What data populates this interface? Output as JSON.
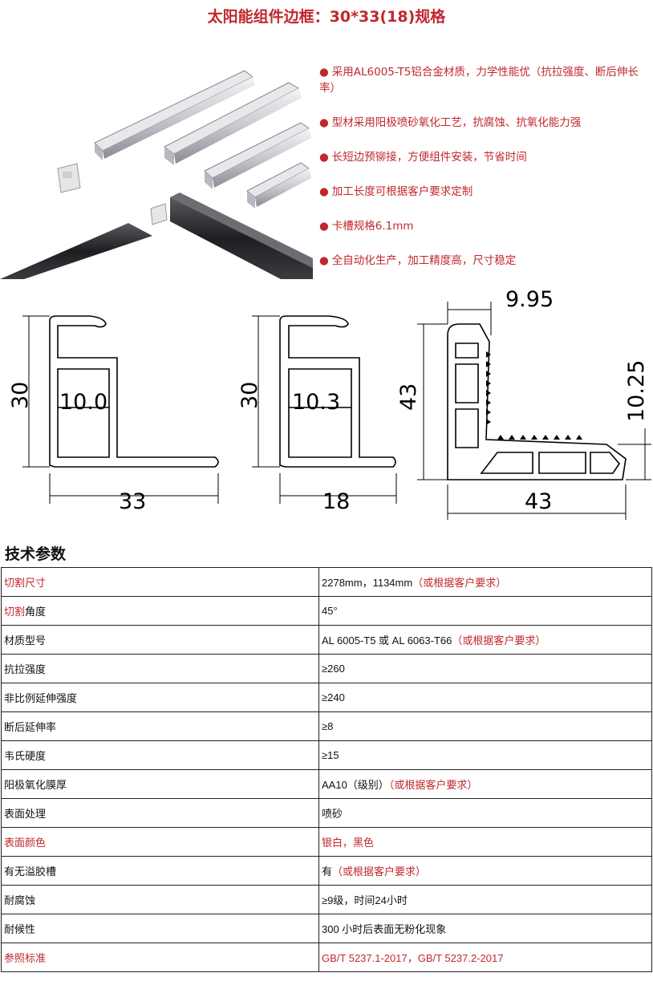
{
  "title": "太阳能组件边框：30*33(18)规格",
  "features": [
    "采用AL6005-T5铝合金材质，力学性能优（抗拉强度、断后伸长率）",
    "型材采用阳极喷砂氧化工艺，抗腐蚀、抗氧化能力强",
    "长短边预铆接，方便组件安装，节省时间",
    "加工长度可根据客户要求定制",
    "卡槽规格6.1mm",
    "全自动化生产，加工精度高，尺寸稳定"
  ],
  "drawings": {
    "profile_a": {
      "height": "30",
      "cavity": "10.0",
      "width": "33"
    },
    "profile_b": {
      "height": "30",
      "cavity": "10.3",
      "width": "18"
    },
    "corner_key": {
      "top": "9.95",
      "side": "43",
      "right": "10.25",
      "bottom": "43"
    }
  },
  "section_title": "技术参数",
  "params": [
    {
      "key": "切割尺寸",
      "key_red": true,
      "value": "2278mm，1134mm",
      "note": "（或根据客户要求）",
      "value_red": false
    },
    {
      "key_prefix": "切割",
      "key_rest": "角度",
      "key_split": true,
      "value": "45°",
      "note": "",
      "value_red": false
    },
    {
      "key": "材质型号",
      "value": "AL 6005-T5 或 AL 6063-T66",
      "note": "（或根据客户要求）",
      "value_red": false
    },
    {
      "key": "抗拉强度",
      "value": "≥260",
      "note": "",
      "value_red": false
    },
    {
      "key": "非比例延伸强度",
      "value": "≥240",
      "note": "",
      "value_red": false
    },
    {
      "key": "断后延伸率",
      "value": "≥8",
      "note": "",
      "value_red": false
    },
    {
      "key": "韦氏硬度",
      "value": "≥15",
      "note": "",
      "value_red": false
    },
    {
      "key": "阳极氧化膜厚",
      "value": "AA10（级别）",
      "note": "（或根据客户要求）",
      "value_red": false
    },
    {
      "key": "表面处理",
      "value": "喷砂",
      "note": "",
      "value_red": false
    },
    {
      "key": "表面颜色",
      "key_red": true,
      "value": "银白，黑色",
      "note": "",
      "value_red": true
    },
    {
      "key": "有无溢胶槽",
      "value": "有",
      "note": "（或根据客户要求）",
      "value_red": false
    },
    {
      "key": "耐腐蚀",
      "value": "≥9级，时间24小时",
      "note": "",
      "value_red": false
    },
    {
      "key": "耐候性",
      "value": "300 小时后表面无粉化现象",
      "note": "",
      "value_red": false
    },
    {
      "key": "参照标准",
      "key_red": true,
      "value": "GB/T 5237.1-2017，GB/T 5237.2-2017",
      "note": "",
      "value_red": true
    }
  ],
  "colors": {
    "accent": "#c0282d",
    "frame_silver": "#d9d9dd",
    "frame_dark": "#2a2a2e"
  }
}
